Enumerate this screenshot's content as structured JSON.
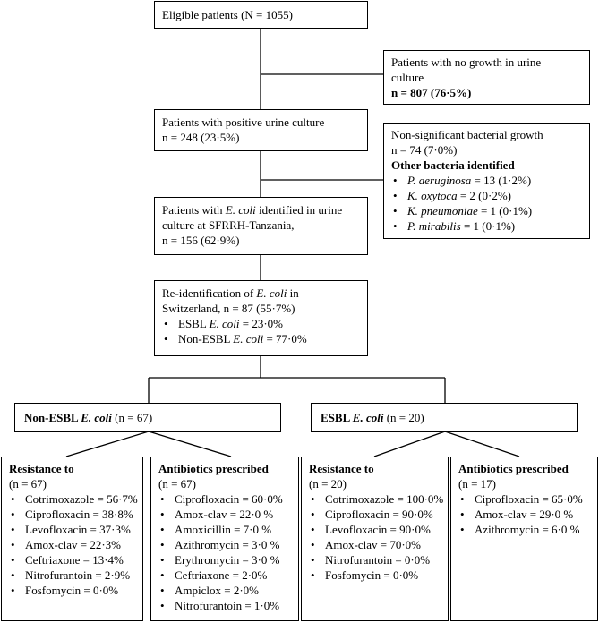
{
  "eligible": {
    "text": "Eligible patients (N = 1055)"
  },
  "no_growth": {
    "line1": "Patients with no growth in urine",
    "line2": "culture",
    "count": "n = 807 (76·5%)"
  },
  "positive": {
    "line1": "Patients with positive urine culture",
    "line2": "n = 248 (23·5%)"
  },
  "non_significant": {
    "line1": "Non-significant bacterial growth",
    "line2": "n = 74 (7·0%)",
    "other_title": "Other bacteria identified",
    "items": [
      {
        "species": "P. aeruginosa",
        "value": " = 13 (1·2%)"
      },
      {
        "species": "K. oxytoca",
        "value": " = 2 (0·2%)"
      },
      {
        "species": "K. pneumoniae",
        "value": " = 1 (0·1%)"
      },
      {
        "species": "P. mirabilis",
        "value": " = 1 (0·1%)"
      }
    ]
  },
  "ecoli_identified": {
    "pre": "Patients with ",
    "species": "E. coli",
    "post": " identified in urine",
    "line2": "culture at SFRRH-Tanzania,",
    "line3": "n = 156 (62·9%)"
  },
  "reid": {
    "pre": "Re-identification of ",
    "species": "E. coli",
    "post": " in",
    "line2": "Switzerland, n = 87 (55·7%)",
    "items": [
      {
        "pre": "ESBL ",
        "species": "E. coli",
        "post": " = 23·0%"
      },
      {
        "pre": "Non-ESBL ",
        "species": "E. coli",
        "post": " = 77·0%"
      }
    ]
  },
  "non_esbl_group": {
    "pre": "Non-ESBL ",
    "species": "E. coli",
    "post": " (n = 67)"
  },
  "esbl_group": {
    "pre": "ESBL ",
    "species": "E. coli",
    "post": " (n = 20)"
  },
  "non_esbl_resistance": {
    "title": "Resistance to",
    "n": "(n = 67)",
    "items": [
      "Cotrimoxazole = 56·7%",
      "Ciprofloxacin = 38·8%",
      "Levofloxacin = 37·3%",
      "Amox-clav = 22·3%",
      "Ceftriaxone = 13·4%",
      "Nitrofurantoin = 2·9%",
      "Fosfomycin = 0·0%"
    ]
  },
  "non_esbl_antibiotics": {
    "title": "Antibiotics prescribed",
    "n": "(n = 67)",
    "items": [
      "Ciprofloxacin = 60·0%",
      "Amox-clav = 22·0 %",
      "Amoxicillin = 7·0 %",
      "Azithromycin = 3·0 %",
      "Erythromycin = 3·0 %",
      "Ceftriaxone = 2·0%",
      "Ampiclox = 2·0%",
      "Nitrofurantoin = 1·0%"
    ]
  },
  "esbl_resistance": {
    "title": "Resistance to",
    "n": "(n = 20)",
    "items": [
      "Cotrimoxazole = 100·0%",
      "Ciprofloxacin = 90·0%",
      "Levofloxacin = 90·0%",
      "Amox-clav = 70·0%",
      "Nitrofurantoin = 0·0%",
      "Fosfomycin = 0·0%"
    ]
  },
  "esbl_antibiotics": {
    "title": "Antibiotics prescribed",
    "n": "(n = 17)",
    "items": [
      "Ciprofloxacin = 65·0%",
      "Amox-clav = 29·0 %",
      "Azithromycin = 6·0 %"
    ]
  }
}
